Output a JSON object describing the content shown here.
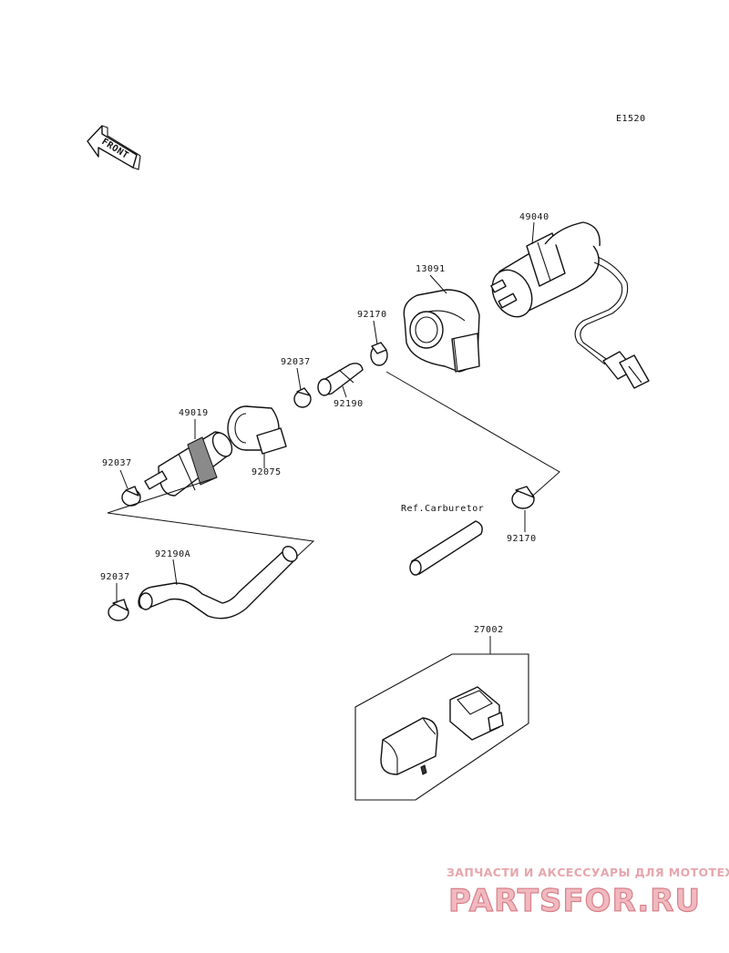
{
  "diagram_code": "E1520",
  "front_label": "FRONT",
  "ref_label": "Ref.Carburetor",
  "callouts": {
    "p49040": "49040",
    "p13091": "13091",
    "p92170_top": "92170",
    "p92037_mid": "92037",
    "p92190": "92190",
    "p49019": "49019",
    "p92075": "92075",
    "p92037_left": "92037",
    "p92170_right": "92170",
    "p92190A": "92190A",
    "p92037_bottom": "92037",
    "p27002": "27002"
  },
  "watermark": {
    "caption": "ЗАПЧАСТИ И АКСЕССУАРЫ ДЛЯ МОТОТЕХНИКИ",
    "logo": "PARTSFOR.RU"
  }
}
